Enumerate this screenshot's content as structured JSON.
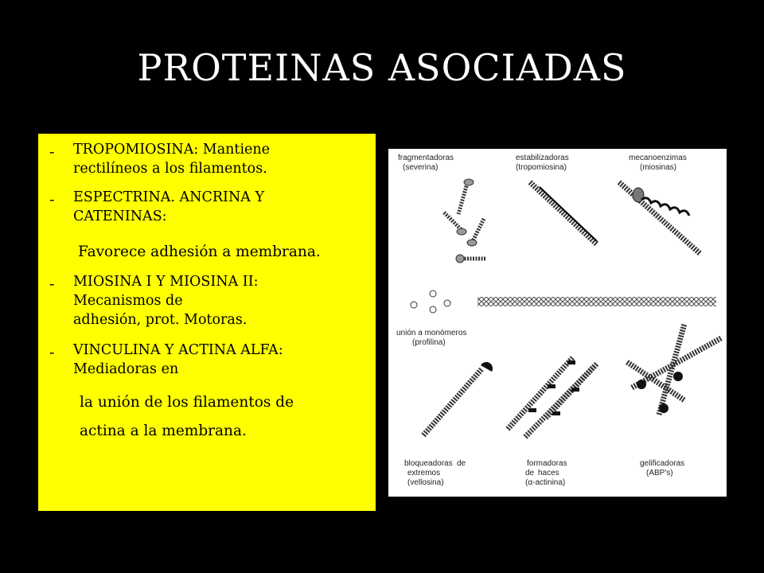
{
  "title": "PROTEINAS ASOCIADAS",
  "bullet_char": "-",
  "items": [
    {
      "lines": [
        "TROPOMIOSINA: Mantiene",
        "rectilíneos a  los filamentos."
      ]
    },
    {
      "lines": [
        "ESPECTRINA. ANCRINA Y",
        "CATENINAS:"
      ],
      "extra": "Favorece adhesión a membrana."
    },
    {
      "lines": [
        "MIOSINA I Y MIOSINA II:",
        "Mecanismos de",
        "adhesión, prot. Motoras."
      ]
    },
    {
      "lines": [
        "VINCULINA Y ACTINA ALFA:",
        "Mediadoras en"
      ],
      "extra_lines": [
        "la unión de los filamentos de",
        "actina a la membrana."
      ]
    }
  ],
  "figure": {
    "labels": {
      "fragmentadoras": [
        "fragmentadoras",
        "(severina)"
      ],
      "estabilizadoras": [
        "estabilizadoras",
        "(tropomiosina)"
      ],
      "mecanoenzimas": [
        "mecanoenzimas",
        "(miosinas)"
      ],
      "union": [
        "unión  a  monómeros",
        "(profilina)"
      ],
      "bloqueadoras": [
        "bloqueadoras",
        "de",
        "extremos",
        "(vellosina)"
      ],
      "formadoras": [
        "formadoras",
        "de",
        "haces",
        "(α-actinina)"
      ],
      "gelificadoras": [
        "gelificadoras",
        "(ABP's)"
      ]
    }
  }
}
